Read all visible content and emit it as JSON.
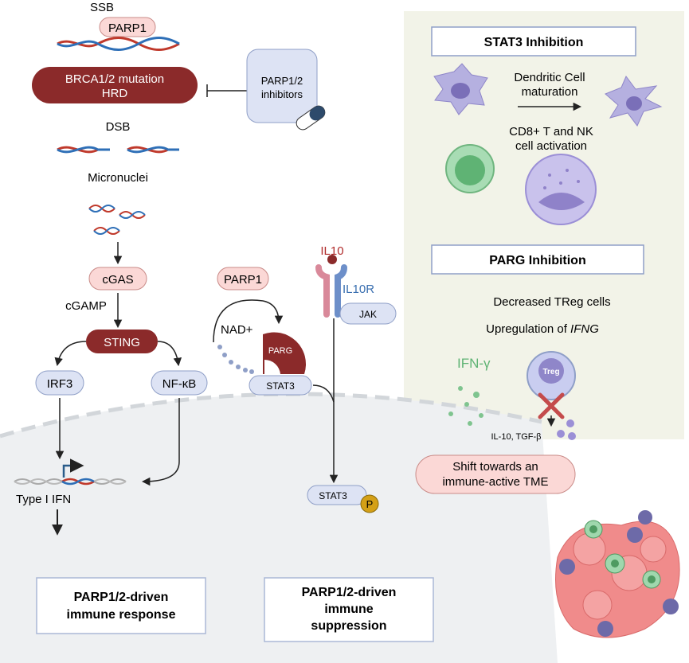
{
  "left": {
    "ssb": "SSB",
    "parp1_top": "PARP1",
    "brca_line1": "BRCA1/2 mutation",
    "brca_line2": "HRD",
    "inhibitors_line1": "PARP1/2",
    "inhibitors_line2": "inhibitors",
    "dsb": "DSB",
    "micronuclei": "Micronuclei",
    "cgas": "cGAS",
    "cgamp": "cGAMP",
    "sting": "STING",
    "irf3": "IRF3",
    "nfkb": "NF-κB",
    "type1ifn": "Type I IFN",
    "box_line1": "PARP1/2-driven",
    "box_line2": "immune response"
  },
  "middle": {
    "parp1": "PARP1",
    "nad": "NAD+",
    "parg": "PARG",
    "stat3_top": "STAT3",
    "il10": "IL10",
    "il10r": "IL10R",
    "jak": "JAK",
    "stat3_bottom": "STAT3",
    "p": "P",
    "box_line1": "PARP1/2-driven",
    "box_line2": "immune",
    "box_line3": "suppression"
  },
  "right": {
    "stat3_title": "STAT3 Inhibition",
    "dc_line1": "Dendritic Cell",
    "dc_line2": "maturation",
    "cd8_line1": "CD8+ T and NK",
    "cd8_line2": "cell activation",
    "parg_title": "PARG Inhibition",
    "treg_decrease": "Decreased TReg cells",
    "upreg": "Upregulation of",
    "ifng_gene": "IFNG",
    "ifn_gamma": "IFN-γ",
    "treg": "Treg",
    "il10_tgf": "IL-10, TGF-β",
    "shift_line1": "Shift towards an",
    "shift_line2": "immune-active TME"
  },
  "colors": {
    "dark_red": "#8b2a2a",
    "pink": "#fbd8d6",
    "lavender": "#dde3f4",
    "panel": "#f2f3e8",
    "nucleus": "#eef0f2"
  }
}
